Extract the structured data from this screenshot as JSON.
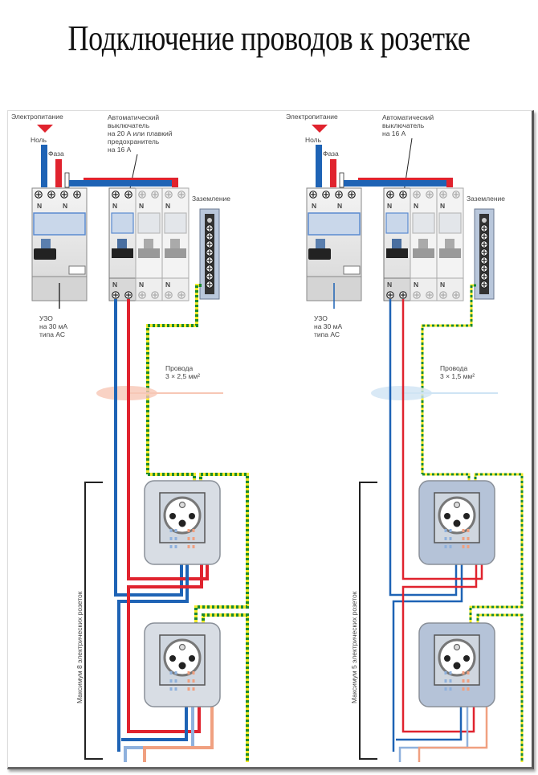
{
  "title": "Подключение проводов к розетке",
  "colors": {
    "neutral": "#1e63b5",
    "phase": "#e0232e",
    "earth_yellow": "#f2ea2a",
    "earth_green": "#1b8a2e",
    "neutral_light": "#8fb1dd",
    "phase_light": "#f0a080"
  },
  "panels": [
    {
      "id": "left",
      "power_label": "Электропитание",
      "neutral_label": "Ноль",
      "phase_label": "Фаза",
      "breaker_label": [
        "Автоматический",
        "выключатель",
        "на 20 А или плавкий",
        "предохранитель",
        "на 16 А"
      ],
      "ground_label": "Заземление",
      "rcd_label": [
        "УЗО",
        "на 30 мА",
        "типа АС"
      ],
      "wires_label": [
        "Провода",
        "3 × 2,5 мм²"
      ],
      "max_label": "Максимум 8 электрических розеток",
      "terminal_n": "N"
    },
    {
      "id": "right",
      "power_label": "Электропитание",
      "neutral_label": "Ноль",
      "phase_label": "Фаза",
      "breaker_label": [
        "Автоматический",
        "выключатель",
        "на 16 А"
      ],
      "ground_label": "Заземление",
      "rcd_label": [
        "УЗО",
        "на 30 мА",
        "типа АС"
      ],
      "wires_label": [
        "Провода",
        "3 × 1,5 мм²"
      ],
      "max_label": "Максимум 5 электрических розеток",
      "terminal_n": "N"
    }
  ]
}
